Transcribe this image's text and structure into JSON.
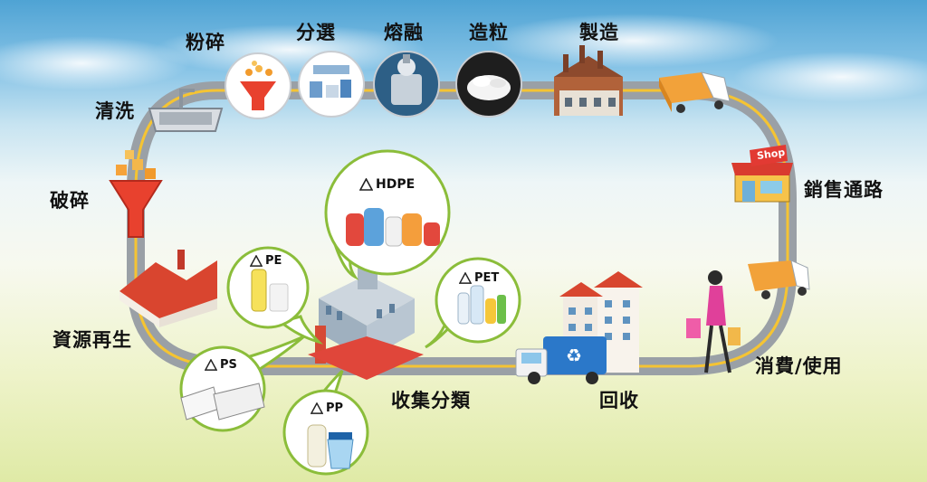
{
  "steps": {
    "pulverize": "粉碎",
    "sort": "分選",
    "melt": "熔融",
    "pelletize": "造粒",
    "manufacture": "製造",
    "wash": "清洗",
    "crush": "破碎",
    "sales": "銷售通路",
    "regenerate": "資源再生",
    "consume": "消費/使用",
    "collect_sort": "收集分類",
    "recycle": "回收"
  },
  "plastics": {
    "hdpe": "HDPE",
    "pe": "PE",
    "pet": "PET",
    "ps": "PS",
    "pp": "PP"
  },
  "shop_sign": "Shop",
  "colors": {
    "road": "#9aa0a6",
    "road_line": "#f5c433",
    "bubble_border": "#8bbd3a"
  }
}
